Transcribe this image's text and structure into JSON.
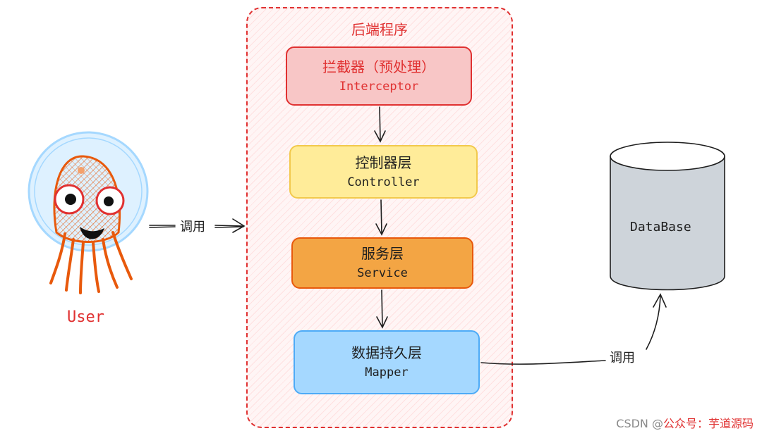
{
  "backend": {
    "title": "后端程序"
  },
  "layers": {
    "interceptor": {
      "title": "拦截器（预处理）",
      "subtitle": "Interceptor"
    },
    "controller": {
      "title": "控制器层",
      "subtitle": "Controller"
    },
    "service": {
      "title": "服务层",
      "subtitle": "Service"
    },
    "mapper": {
      "title": "数据持久层",
      "subtitle": "Mapper"
    }
  },
  "user": {
    "label": "User"
  },
  "database": {
    "label": "DataBase"
  },
  "edges": {
    "user_to_backend": "调用",
    "mapper_to_database": "调用"
  },
  "watermark": {
    "prefix": "CSDN @",
    "brand": "公众号：芋道源码"
  },
  "colors": {
    "accent_red": "#e03131",
    "interceptor_fill": "#f8c6c6",
    "controller_fill": "#ffec99",
    "service_fill": "#f3a544",
    "mapper_fill": "#a5d8ff",
    "database_fill": "#ced4da"
  }
}
